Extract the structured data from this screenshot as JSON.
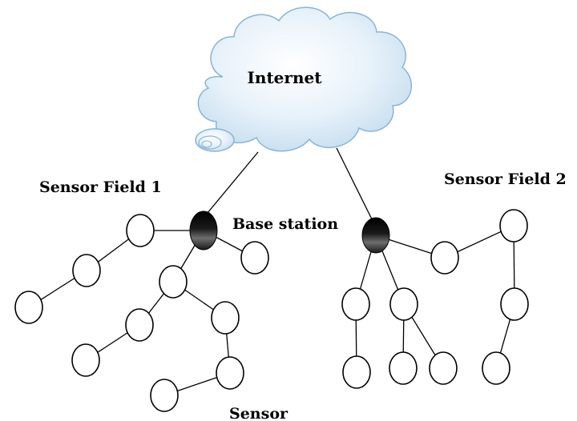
{
  "labels": {
    "internet": "Internet",
    "sensor_field_1": "Sensor Field 1",
    "sensor_field_2": "Sensor Field 2",
    "base_station": "Base station",
    "sensor": "Sensor"
  },
  "colors": {
    "cloud_fill_light": "#ffffff",
    "cloud_fill_dark": "#cfe4f4",
    "cloud_stroke": "#8ab4d6",
    "base_station_dark": "#000000",
    "base_station_light": "#8a8a8a",
    "line": "#000000"
  }
}
